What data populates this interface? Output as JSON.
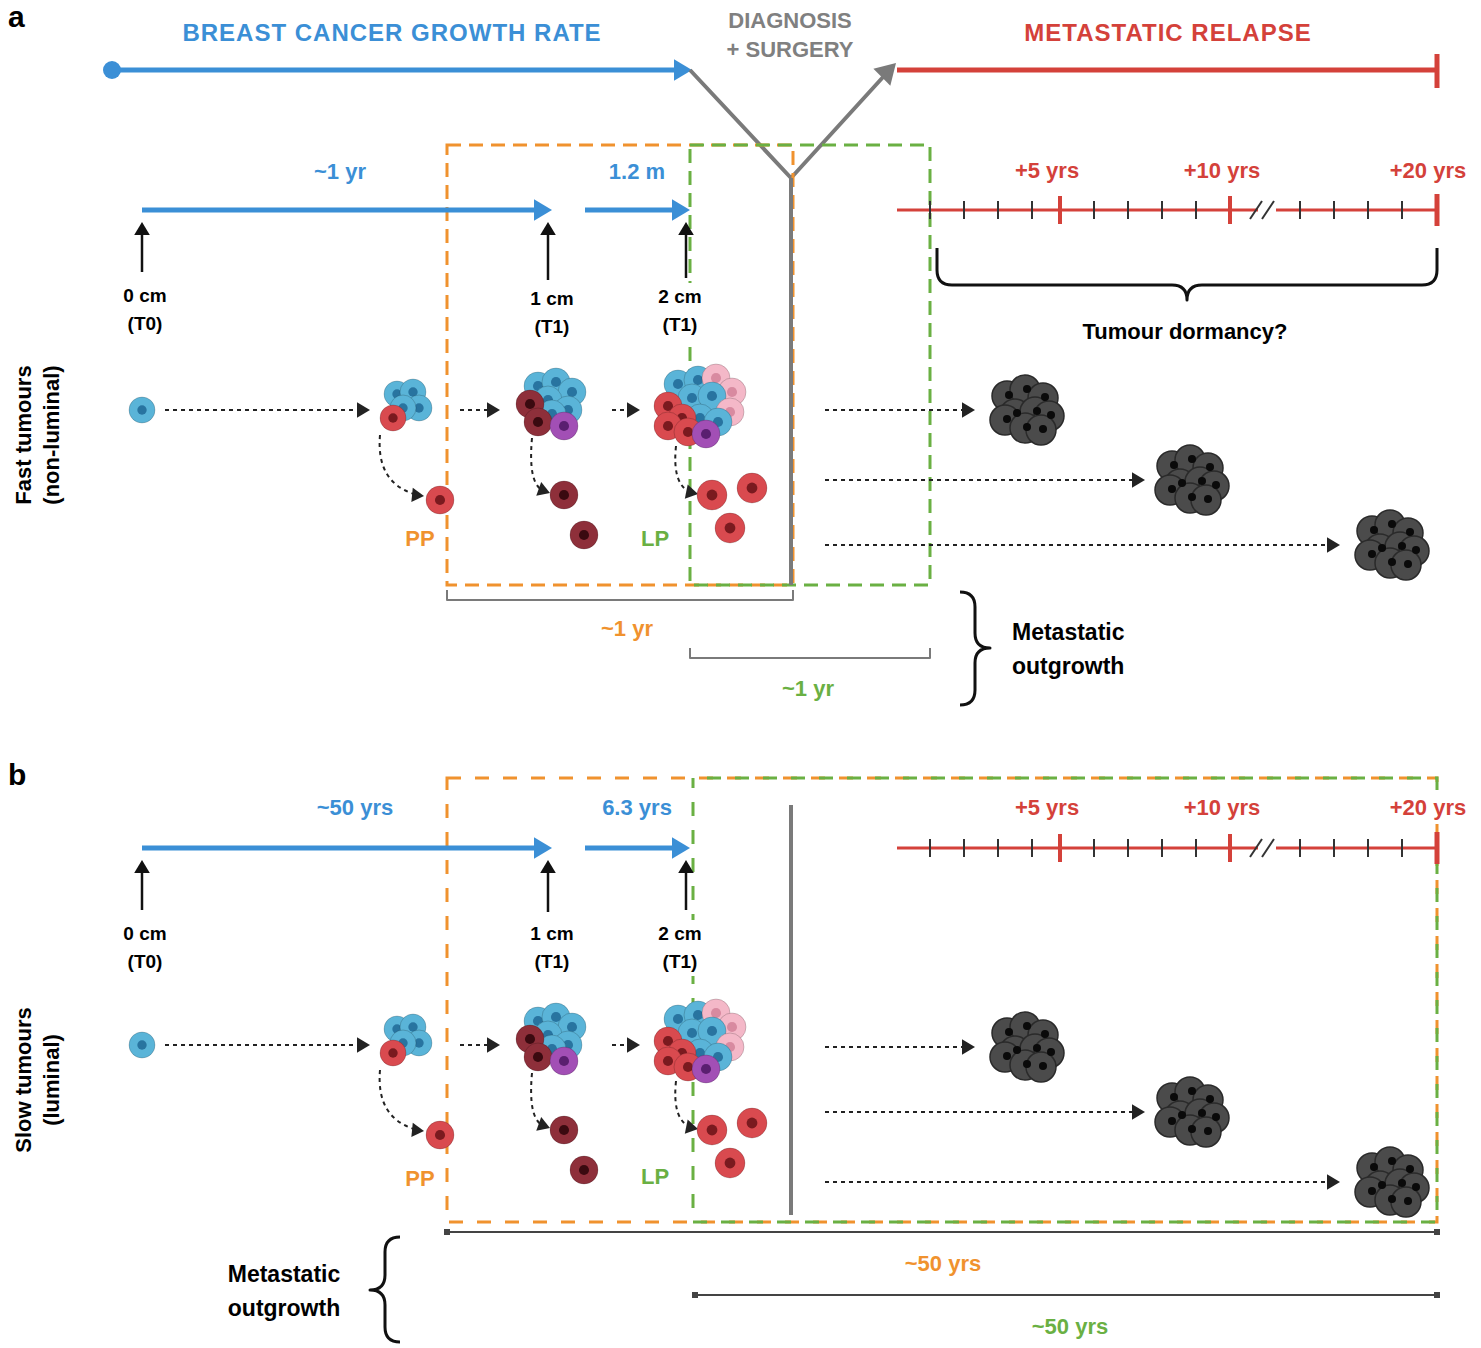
{
  "diagram": {
    "labels": [
      "a",
      "BREAST CANCER GROWTH RATE",
      "DIAGNOSIS + SURGERY",
      "METASTATIC RELAPSE",
      "~1 yr",
      "1.2 m",
      "+5 yrs",
      "+10 yrs",
      "+20 yrs",
      "0 cm (T0)",
      "1 cm (T1)",
      "2 cm (T1)",
      "Tumour dormancy?",
      "Fast tumours (non-luminal)",
      "PP",
      "LP",
      "~1 yr",
      "Metastatic outgrowth",
      "~1 yr",
      "b",
      "~50 yrs",
      "6.3 yrs",
      "+5 yrs",
      "+10 yrs",
      "+20 yrs",
      "0 cm (T0)",
      "1 cm (T1)",
      "2 cm (T1)",
      "Slow tumours (luminal)",
      "PP",
      "LP",
      "Metastatic outgrowth",
      "~50 yrs",
      "~50 yrs"
    ]
  }
}
